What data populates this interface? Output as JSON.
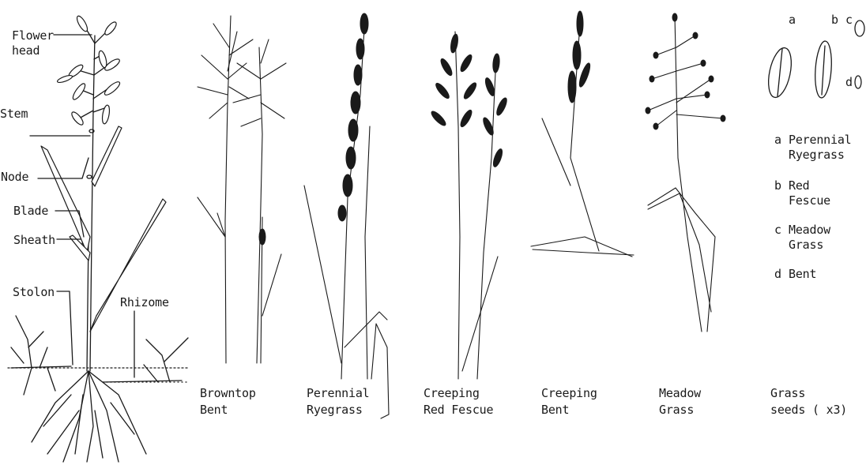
{
  "parts": {
    "flower_head": "Flower\nhead",
    "stem": "Stem",
    "node": "Node",
    "blade": "Blade",
    "sheath": "Sheath",
    "stolon": "Stolon",
    "rhizome": "Rhizome"
  },
  "captions": {
    "browntop_bent": "Browntop\nBent",
    "perennial_ryegrass": "Perennial\nRyegrass",
    "creeping_red_fescue": "Creeping\nRed Fescue",
    "creeping_bent": "Creeping\nBent",
    "meadow_grass": "Meadow\nGrass",
    "grass_seeds": "Grass\nseeds ( x3)"
  },
  "seeds": {
    "tag_a": "a",
    "tag_b": "b",
    "tag_c": "c",
    "tag_d": "d",
    "legend": [
      {
        "key": "a",
        "name": "Perennial\nRyegrass"
      },
      {
        "key": "b",
        "name": "Red\nFescue"
      },
      {
        "key": "c",
        "name": "Meadow\nGrass"
      },
      {
        "key": "d",
        "name": "Bent"
      }
    ]
  }
}
